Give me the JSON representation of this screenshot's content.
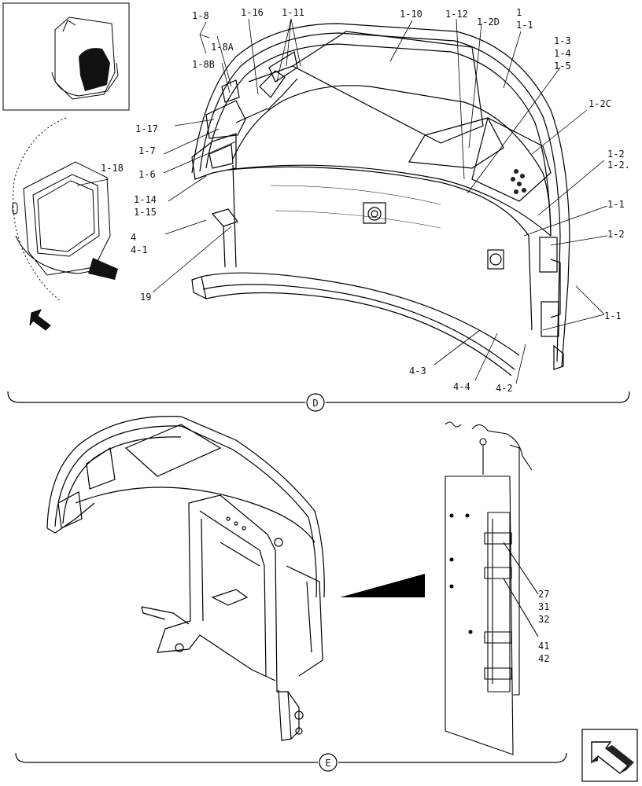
{
  "views": [
    {
      "letter": "D"
    },
    {
      "letter": "E"
    }
  ],
  "callouts": [
    "1-8",
    "1-8A",
    "1-8B",
    "1-16",
    "1-11",
    "1-10",
    "1-12",
    "1-2D",
    "1",
    "1-1",
    "1-3",
    "1-4",
    "1-5",
    "1-2C",
    "1-2",
    "1-2.",
    "1-1",
    "1-2",
    "1-1",
    "1-17",
    "1-7",
    "1-6",
    "1-18",
    "1-14",
    "1-15",
    "4",
    "4-1",
    "19",
    "4-3",
    "4-4",
    "4-2",
    "27",
    "31",
    "32",
    "41",
    "42"
  ],
  "icons": {
    "arrow_small": "direction-arrow-icon",
    "arrow_large": "next-page-arrow-icon"
  }
}
